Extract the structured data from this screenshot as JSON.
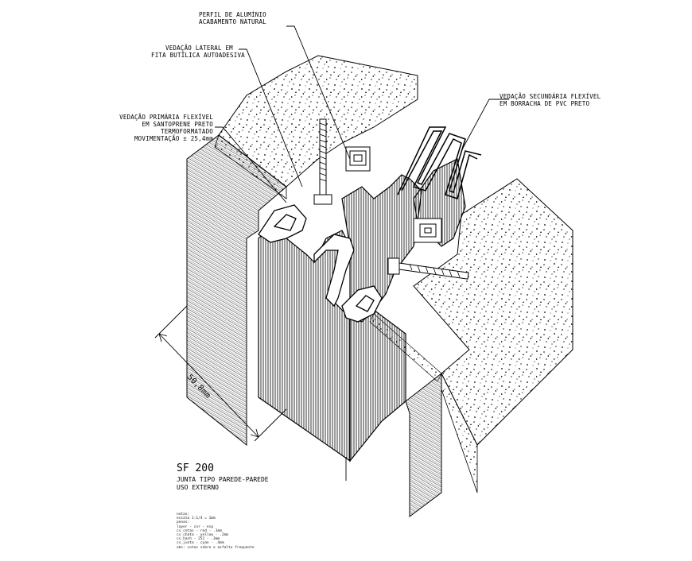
{
  "labels": {
    "perfil": [
      "PERFIL DE ALUMÍNIO",
      "ACABAMENTO NATURAL"
    ],
    "lateral": [
      "VEDAÇÃO LATERAL EM",
      "FITA BUTÍLICA AUTOADESIVA"
    ],
    "primaria": [
      "VEDAÇÃO PRIMÁRIA FLEXÍVEL",
      "EM SANTOPRENE PRETO",
      "TERMOFORMATADO",
      "MOVIMENTAÇÃO ± 25,4mm"
    ],
    "secundaria": [
      "VEDAÇÃO SECUNDÁRIA FLEXÍVEL",
      "EM BORRACHA DE PVC PRETO"
    ]
  },
  "dimension": "50,8mm",
  "title": {
    "code": "SF 200",
    "line1": "JUNTA TIPO PAREDE-PAREDE",
    "line2": "USO EXTERNO"
  },
  "notes": [
    "notas:",
    "escala 1:1/4 = 1mm",
    "penas:",
    "layer  -  cor  -  esp",
    "cs_cotas  -  red  -  .1mm",
    "cs_chata  -  yellow  -  .2mm",
    "cs_hach  -  252  -  .3mm",
    "cs_junta  -  cyan  -  .4mm",
    "obs: cotas sobre o asfalto frequente"
  ]
}
